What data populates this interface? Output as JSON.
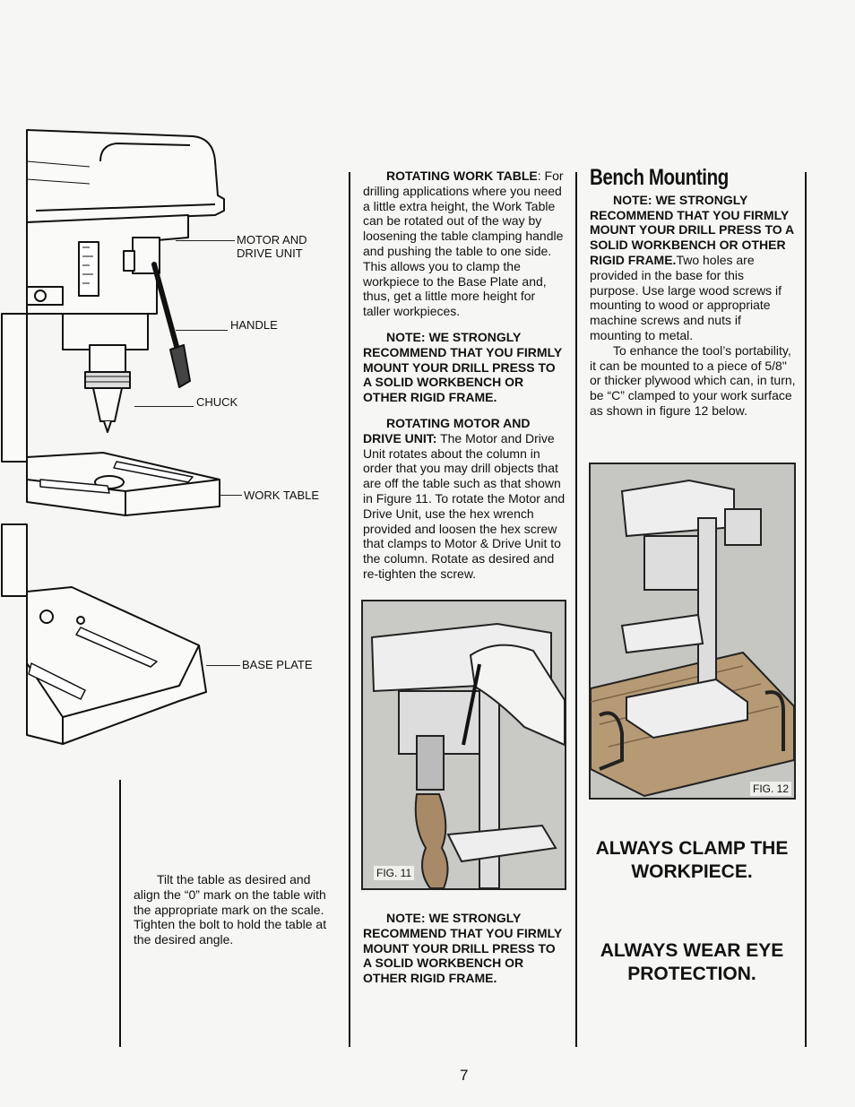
{
  "labels": {
    "motor_line1": "MOTOR AND",
    "motor_line2": "DRIVE UNIT",
    "handle": "HANDLE",
    "chuck": "CHUCK",
    "work_table": "WORK TABLE",
    "base_plate": "BASE PLATE"
  },
  "tilt_text": "Tilt the table as desired and align the “0” mark on the table with the appropriate mark on the scale. Tighten the  bolt to hold the table at the desired angle.",
  "middle": {
    "rotating_table_head": "ROTATING WORK TABLE",
    "rotating_table_body": ": For drilling applications where you need a little extra height, the Work Table can be rotated out of the way by loosening the table clamping handle and pushing the table to one side. This allows you to clamp the workpiece to the Base Plate and, thus, get a little more height for taller workpieces.",
    "note1": "NOTE: WE STRONGLY RECOMMEND THAT YOU FIRMLY MOUNT YOUR DRILL PRESS TO A SOLID WORKBENCH OR OTHER RIGID FRAME.",
    "rotating_motor_head": "ROTATING MOTOR AND DRIVE UNIT:",
    "rotating_motor_body": " The Motor and Drive Unit rotates about the column in order that you may drill objects that are off the table such as that shown in Figure 11. To rotate the Motor and Drive Unit, use the hex wrench provided and loosen the hex screw that clamps to Motor & Drive Unit to the column. Rotate as desired and re-tighten the screw.",
    "fig11": "FIG. 11",
    "note2": "NOTE: WE STRONGLY RECOMMEND THAT YOU FIRMLY MOUNT YOUR DRILL PRESS TO A SOLID WORKBENCH OR OTHER RIGID FRAME."
  },
  "right": {
    "heading": "Bench Mounting",
    "note": "NOTE: WE STRONGLY RECOMMEND THAT YOU FIRMLY MOUNT YOUR DRILL PRESS TO A SOLID WORKBENCH OR OTHER RIGID FRAME.",
    "note_tail": "Two holes are provided in the base for this purpose. Use large wood screws if mounting to wood or appropriate machine screws and nuts if mounting to metal.",
    "para2": "To enhance the tool’s portability, it can be mounted to a piece of 5/8\" or thicker plywood which can, in turn, be “C” clamped to your work surface as shown in figure 12 below.",
    "fig12": "FIG. 12",
    "warn1": "ALWAYS CLAMP THE WORKPIECE.",
    "warn2": "ALWAYS WEAR EYE PROTECTION."
  },
  "page_number": "7"
}
